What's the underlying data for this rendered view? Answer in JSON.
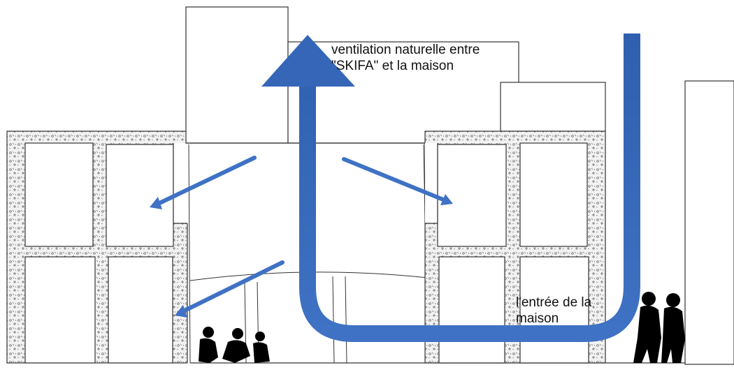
{
  "diagram": {
    "labels": {
      "ventilation": [
        "ventilation naturelle entre",
        "\"SKIFA\" et la maison"
      ],
      "entry": [
        "l'entrée de la",
        "maison"
      ]
    },
    "colors": {
      "airflow_blue": "#3f72c4",
      "airflow_blue_dark": "#2b5aa8",
      "wall_stroke": "#333333",
      "figure_fill": "#000000"
    },
    "elements": {
      "rising_arrow_icon": "up-arrow-icon",
      "small_arrow_icons": [
        "arrow-left-down-icon",
        "arrow-right-down-icon",
        "arrow-left-down-icon"
      ],
      "people_icons": [
        "sitting-people-icon",
        "standing-people-icon"
      ]
    }
  }
}
